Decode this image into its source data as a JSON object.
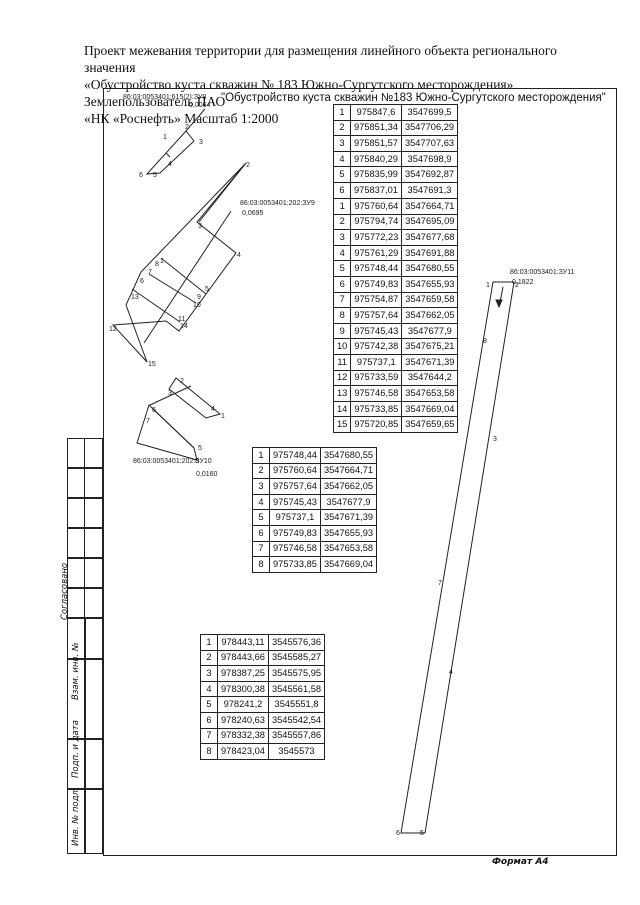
{
  "header": {
    "line1": "Проект межевания территории для размещения линейного объекта регионального значения",
    "line2": "«Обустройство куста скважин № 183 Южно-Сургутского месторождения» Землепользователь ПАО",
    "line3": "«НК «Роснефть» Масштаб 1:2000"
  },
  "drawing": {
    "object_title": "\"Обустройство куста скважин №183 Южно-Сургутского месторождения\"",
    "parcels": [
      {
        "id": "86:03:0053401:615(2):ЗУ8",
        "area": "0,0064"
      },
      {
        "id": "86:03:0053401:202:ЗУ9",
        "area": "0,0695"
      },
      {
        "id": "86:03:0053401:202:ЗУ10",
        "area": "0,0160"
      },
      {
        "id": "86:03:0053401:ЗУ11",
        "area": "0,1822"
      }
    ]
  },
  "tables": [
    {
      "rows": [
        [
          "1",
          "975847,6",
          "3547699,5"
        ],
        [
          "2",
          "975851,34",
          "3547706,29"
        ],
        [
          "3",
          "975851,57",
          "3547707,63"
        ],
        [
          "4",
          "975840,29",
          "3547698,9"
        ],
        [
          "5",
          "975835,99",
          "3547692,87"
        ],
        [
          "6",
          "975837,01",
          "3547691,3"
        ]
      ]
    },
    {
      "rows": [
        [
          "1",
          "975760,64",
          "3547664,71"
        ],
        [
          "2",
          "975794,74",
          "3547695,09"
        ],
        [
          "3",
          "975772,23",
          "3547677,68"
        ],
        [
          "4",
          "975761,29",
          "3547691,88"
        ],
        [
          "5",
          "975748,44",
          "3547680,55"
        ],
        [
          "6",
          "975749,83",
          "3547655,93"
        ],
        [
          "7",
          "975754,87",
          "3547659,58"
        ],
        [
          "8",
          "975757,64",
          "3547662,05"
        ],
        [
          "9",
          "975745,43",
          "3547677,9"
        ],
        [
          "10",
          "975742,38",
          "3547675,21"
        ],
        [
          "11",
          "975737,1",
          "3547671,39"
        ],
        [
          "12",
          "975733,59",
          "3547644,2"
        ],
        [
          "13",
          "975746,58",
          "3547653,58"
        ],
        [
          "14",
          "975733,85",
          "3547669,04"
        ],
        [
          "15",
          "975720,85",
          "3547659,65"
        ]
      ]
    },
    {
      "rows": [
        [
          "1",
          "975748,44",
          "3547680,55"
        ],
        [
          "2",
          "975760,64",
          "3547664,71"
        ],
        [
          "3",
          "975757,64",
          "3547662,05"
        ],
        [
          "4",
          "975745,43",
          "3547677,9"
        ],
        [
          "5",
          "975737,1",
          "3547671,39"
        ],
        [
          "6",
          "975749,83",
          "3547655,93"
        ],
        [
          "7",
          "975746,58",
          "3547653,58"
        ],
        [
          "8",
          "975733,85",
          "3547669,04"
        ]
      ]
    },
    {
      "rows": [
        [
          "1",
          "978443,11",
          "3545576,36"
        ],
        [
          "2",
          "978443,66",
          "3545585,27"
        ],
        [
          "3",
          "978387,25",
          "3545575,95"
        ],
        [
          "4",
          "978300,38",
          "3545561,58"
        ],
        [
          "5",
          "978241,2",
          "3545551,8"
        ],
        [
          "6",
          "978240,63",
          "3545542,54"
        ],
        [
          "7",
          "978332,38",
          "3545557,86"
        ],
        [
          "8",
          "978423,04",
          "3545573"
        ]
      ]
    }
  ],
  "sidebar": {
    "agreed": "Согласовано",
    "inv_replace": "Взам. инв. №",
    "sign_date": "Подп. и дата",
    "inv_orig": "Инв. № подл."
  },
  "footer": {
    "format": "Формат А4"
  }
}
